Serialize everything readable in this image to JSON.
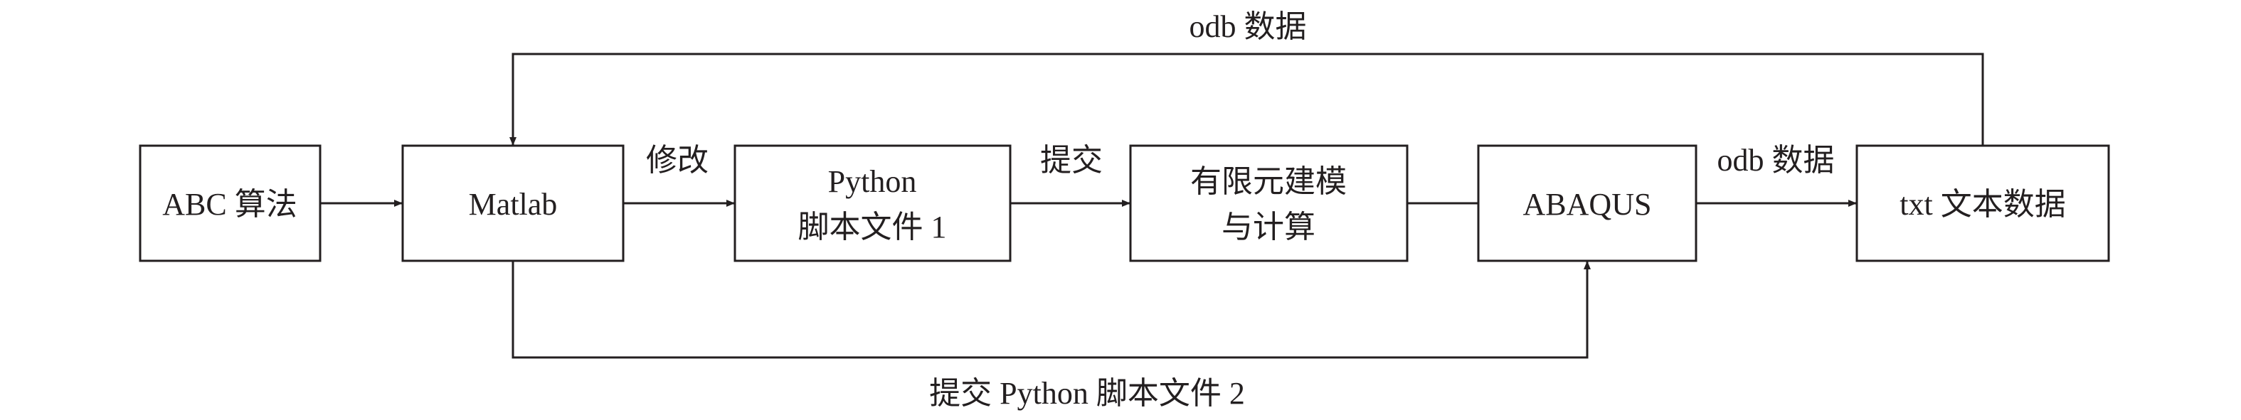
{
  "boxes": {
    "abc": {
      "lines": [
        "ABC 算法"
      ]
    },
    "matlab": {
      "lines": [
        "Matlab"
      ]
    },
    "python1": {
      "lines": [
        "Python",
        "脚本文件 1"
      ]
    },
    "fem": {
      "lines": [
        "有限元建模",
        "与计算"
      ]
    },
    "abaqus": {
      "lines": [
        "ABAQUS"
      ]
    },
    "txt": {
      "lines": [
        "txt 文本数据"
      ]
    }
  },
  "edges": {
    "top_feedback": "odb 数据",
    "modify": "修改",
    "submit": "提交",
    "abaqus_to_txt": "odb 数据",
    "bottom_submit": "提交 Python 脚本文件 2"
  }
}
